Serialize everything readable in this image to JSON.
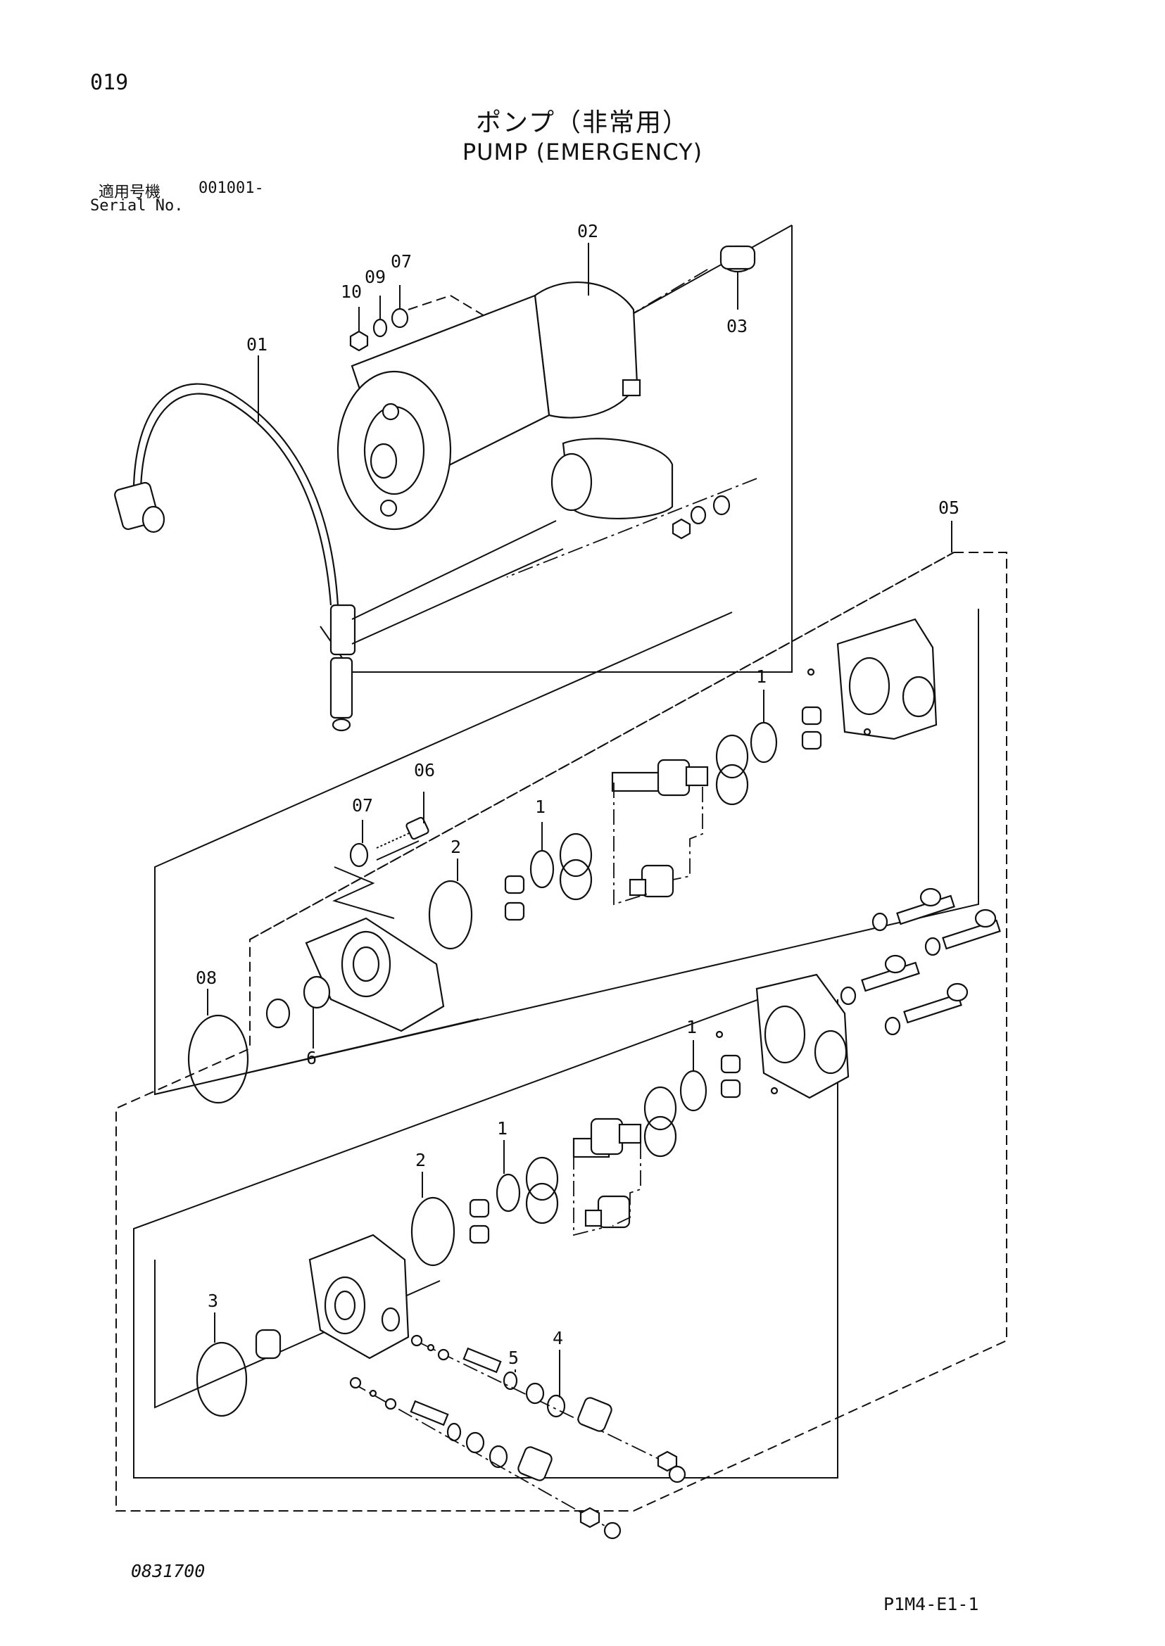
{
  "header": {
    "page_number": "019",
    "title_ja": "ポンプ（非常用）",
    "title_en": "PUMP (EMERGENCY)",
    "serial_label_ja": "適用号機",
    "serial_value": "001001-",
    "serial_label_en": "Serial No."
  },
  "callouts": {
    "c01": "01",
    "c02": "02",
    "c03": "03",
    "c05": "05",
    "c06": "06",
    "c07a": "07",
    "c07b": "07",
    "c08": "08",
    "c09": "09",
    "c10": "10",
    "c1a": "1",
    "c1b": "1",
    "c1c": "1",
    "c1d": "1",
    "c2a": "2",
    "c2b": "2",
    "c3": "3",
    "c4": "4",
    "c5": "5",
    "c6": "6"
  },
  "footer": {
    "drawing_number": "0831700",
    "page_code": "P1M4-E1-1"
  }
}
